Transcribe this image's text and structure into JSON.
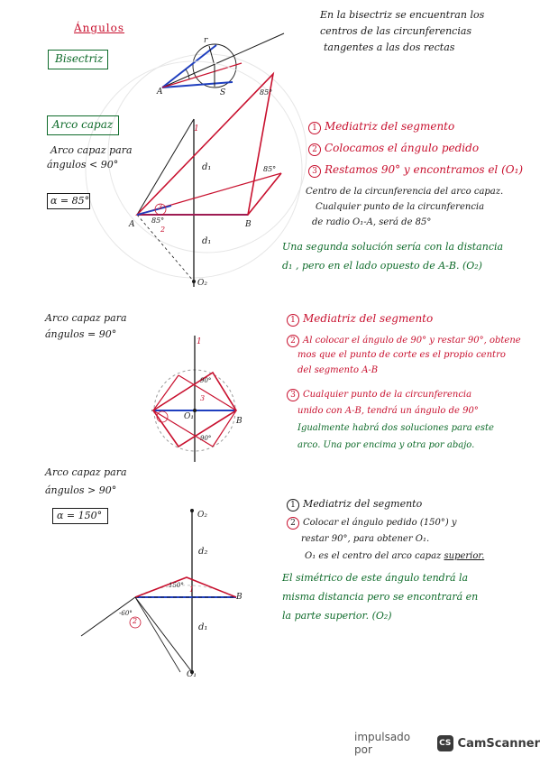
{
  "header": {
    "title": "Ángulos"
  },
  "bisectriz": {
    "label": "Bisectriz",
    "note_lines": [
      "En la bisectriz se encuentran los",
      "centros de las circunferencias",
      "tangentes a las dos rectas"
    ]
  },
  "arco_85": {
    "label": "Arco capaz",
    "caption_lines": [
      "Arco capaz para",
      "ángulos < 90°"
    ],
    "alpha": "α = 85°",
    "steps": [
      {
        "num": "1",
        "text": "Mediatriz del segmento"
      },
      {
        "num": "2",
        "text": "Colocamos el ángulo pedido"
      },
      {
        "num": "3",
        "text": "Restamos 90° y encontramos el (O₁)"
      }
    ],
    "explanation_lines": [
      "Centro de la circunferencia del arco capaz.",
      "Cualquier punto de la circunferencia",
      "de radio O₁-A, será de 85°"
    ],
    "second_solution_lines": [
      "Una segunda solución sería con la distancia",
      "d₁ , pero en el lado opuesto de A-B. (O₂)"
    ]
  },
  "arco_90": {
    "caption_lines": [
      "Arco capaz para",
      "ángulos = 90°"
    ],
    "steps": [
      {
        "num": "1",
        "lines": [
          "Mediatriz del segmento"
        ]
      },
      {
        "num": "2",
        "lines": [
          "Al colocar el ángulo de 90° y restar 90°, obtene",
          "mos que el punto de corte es el propio centro",
          "del segmento A-B"
        ]
      },
      {
        "num": "3",
        "lines": [
          "Cualquier punto de la circunferencia",
          "unido con A-B, tendrá un ángulo de 90°",
          "Igualmente habrá dos soluciones para este",
          "arco. Una por encima y otra por abajo."
        ]
      }
    ]
  },
  "arco_150": {
    "caption_lines": [
      "Arco capaz para",
      "ángulos > 90°"
    ],
    "alpha": "α = 150°",
    "steps": [
      {
        "num": "1",
        "lines": [
          "Mediatriz del segmento"
        ]
      },
      {
        "num": "2",
        "lines": [
          "Colocar el ángulo pedido (150°) y",
          "restar 90°, para obtener O₁."
        ]
      }
    ],
    "center_line_prefix": "O₁ es el centro del arco capaz",
    "center_line_emph": "superior.",
    "symmetric_lines": [
      "El simétrico de este ángulo tendrá la",
      "misma distancia pero se encontrará en",
      "la parte superior. (O₂)"
    ]
  },
  "diagram_labels": {
    "A": "A",
    "B": "B",
    "S": "S",
    "r": "r",
    "O1": "O₁",
    "O2": "O₂",
    "d1": "d₁",
    "d2": "d₂",
    "deg85": "85°",
    "deg90": "90°",
    "deg150": "150°",
    "deg60": "-60°",
    "n1": "1",
    "n2": "2",
    "n3": "3"
  },
  "footer": {
    "powered": "impulsado por",
    "logo": "CS",
    "brand": "CamScanner"
  },
  "colors": {
    "red": "#c8102e",
    "green": "#0e6b2a",
    "blue": "#1f3fbf",
    "ink": "#1a1a1a",
    "pink": "#e04a8a"
  }
}
